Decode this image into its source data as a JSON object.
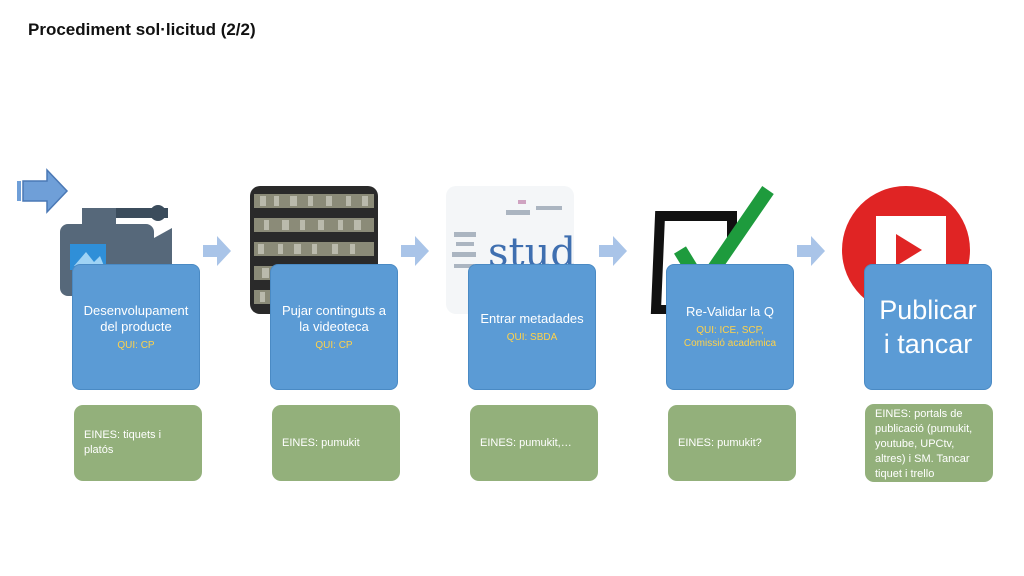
{
  "title": "Procediment sol·licitud (2/2)",
  "steps": [
    {
      "title": "Desenvolupament del producte",
      "who": "QUI: CP",
      "tools": "EINES: tiquets i platós",
      "image": "video-camera-icon"
    },
    {
      "title": "Pujar continguts a la videoteca",
      "who": "QUI: CP",
      "tools": "EINES: pumukit",
      "image": "video-library-shelves-image"
    },
    {
      "title": "Entrar metadades",
      "who": "QUI: SBDA",
      "tools": "EINES: pumukit,…",
      "image": "word-cloud-student-image",
      "word": "studen"
    },
    {
      "title": "Re-Validar la Q",
      "who": "QUI: ICE, SCP, Comissió acadèmica",
      "tools": "EINES: pumukit?",
      "image": "checkmark-box-icon"
    },
    {
      "title": "Publicar i tancar",
      "who": "",
      "tools": "EINES: portals de publicació (pumukit, youtube, UPCtv, altres) i SM. Tancar tiquet i trello",
      "image": "play-button-icon"
    }
  ],
  "colors": {
    "step_fill": "#5b9bd5",
    "who_text": "#ffd24a",
    "tools_fill": "#93b07b",
    "arrow_fill": "#a9c4e8",
    "start_arrow_fill": "#6f9fd8"
  }
}
